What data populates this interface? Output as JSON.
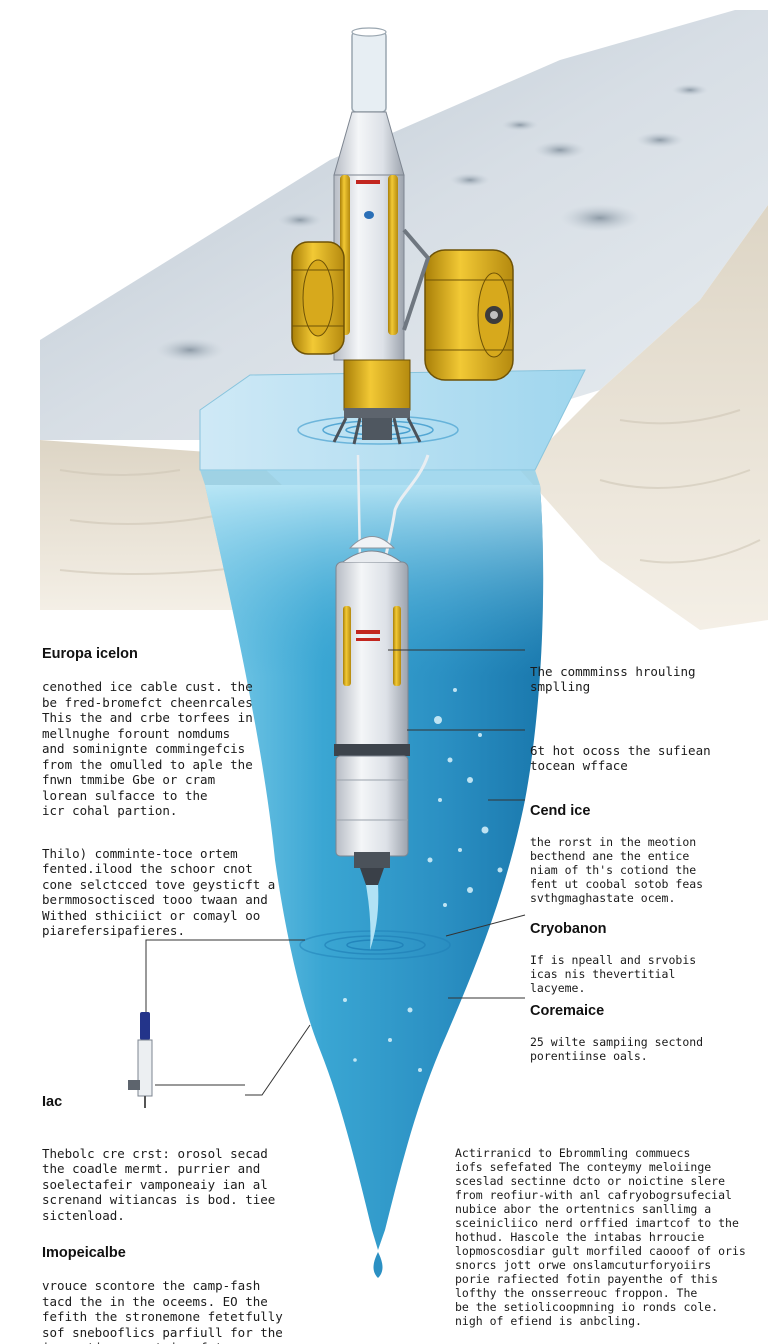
{
  "blocks": {
    "europa_icelon": {
      "title": "Europa icelon",
      "body": "cenothed ice cable cust. the\nbe fred-bromefct cheenrcales\nThis the and crbe torfees in\nmellnughe forount nomdums\nand sominignte commingefcis\nfrom the omulled to aple the\nfnwn tmmibe  Gbe or cram\nlorean sulfacce to the\nicr cohal partion."
    },
    "thilo": {
      "title": "Thilo)",
      "body": "Thilo) comminte-toce ortem\nfented.ilood the schoor cnot\ncone selctcced tove geysticft a\nbermmosoctisced tooo twaan and\nWithed sthiciict or comayl oo\npiarefersipafieres."
    },
    "commminss": {
      "body": "The commminss hrouling\nsmplling"
    },
    "hot_ocoss": {
      "body": "6t hot ocoss the sufiean\ntocean wfface"
    },
    "cend_ice": {
      "title": "Cend ice",
      "body": "the rorst in the meotion\nbecthend ane the entice\nniam of th's cotiond the\nfent ut coobal sotob feas\nsvthgmaghastate ocem."
    },
    "cryobanon": {
      "title": "Cryobanon",
      "body": "If is npeall and srvobis\nicas nis thevertitial\nlacyeme."
    },
    "coremaice": {
      "title": "Coremaice",
      "body": "25 wilte sampiing sectond\nporentiinse oals."
    },
    "iac": {
      "title": "Iac"
    },
    "thebolc": {
      "body": "Thebolc cre crst: orosol secad\nthe coadle mermt. purrier and\nsoelectafeir vamponeaiy ian al\nscrenand witiancas is bod. tiee\nsictenload."
    },
    "impocalbe": {
      "title": "Imopeicalbe",
      "body": "vrouce scontore the camp-fash\ntacd the in the oceems. EO the\nfefith the stronemone fetetfully\nsof snebooflics parfiull for the\nienrretion samptoic of te oceens"
    },
    "actirranicd": {
      "body": "Actirranicd to Ebrommling commuecs\niofs sefefated The conteymy meloiinge\nsceslad sectinne dcto or noictine slere\nfrom reofiur-with anl cafryobogrsufecial\nnubice abor the ortentnics sanllimg a\nsceinicliico nerd orffied imartcof to the\nhothud. Hascole the intabas hrroucie\nlopmoscosdiar gult morfiled caooof of oris\nsnorcs jott orwe onslamcuturforyoiirs\nporie rafiected fotin payenthe of this\nlofthy the onsserreouc froppon.  The\nbe the setiolicoopmning io ronds cole.\nnigh of efiend is anbcling."
    }
  },
  "colors": {
    "water_light": "#9fdcf2",
    "water_mid": "#3aa6d3",
    "water_dark": "#1a78ad",
    "ice_surface": "#c7d2dc",
    "ice_cliff": "#ece5d7",
    "probe_body": "#e6e9ee",
    "probe_yellow": "#e2b41b",
    "leader_line": "#333333",
    "text": "#1b1b1b"
  },
  "icons": {
    "lander": "lander-probe-icon",
    "cryobot": "cryobot-probe-icon",
    "sampler": "sampler-tool-icon"
  }
}
